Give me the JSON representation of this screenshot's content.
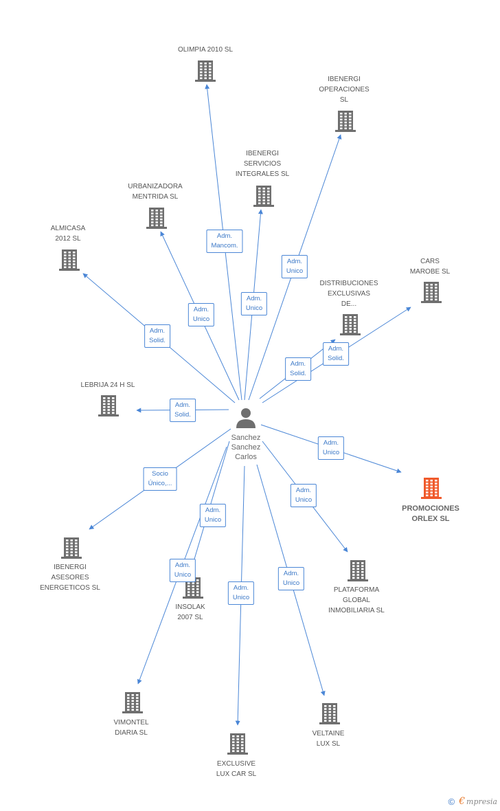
{
  "center": {
    "name": "Sanchez\nSanchez\nCarlos",
    "icon": "person-icon"
  },
  "colors": {
    "edge": "#4a86d6",
    "building": "#6f6f6f",
    "highlight": "#f05a2b"
  },
  "companies": [
    {
      "id": "olimpia",
      "label": "OLIMPIA 2010 SL"
    },
    {
      "id": "ibenergi-op",
      "label": "IBENERGI\nOPERACIONES\nSL"
    },
    {
      "id": "ibenergi-serv",
      "label": "IBENERGI\nSERVICIOS\nINTEGRALES  SL"
    },
    {
      "id": "urbanizadora",
      "label": "URBANIZADORA\nMENTRIDA SL"
    },
    {
      "id": "almicasa",
      "label": "ALMICASA\n2012 SL"
    },
    {
      "id": "cars-marobe",
      "label": "CARS\nMAROBE SL"
    },
    {
      "id": "distribuciones",
      "label": "DISTRIBUCIONES\nEXCLUSIVAS\nDE..."
    },
    {
      "id": "lebrija",
      "label": "LEBRIJA 24 H  SL"
    },
    {
      "id": "promociones",
      "label": "PROMOCIONES\nORLEX SL",
      "highlight": true
    },
    {
      "id": "ibenergi-ases",
      "label": "IBENERGI\nASESORES\nENERGETICOS SL"
    },
    {
      "id": "insolak",
      "label": "INSOLAK\n2007 SL"
    },
    {
      "id": "plataforma",
      "label": "PLATAFORMA\nGLOBAL\nINMOBILIARIA SL"
    },
    {
      "id": "vimontel",
      "label": "VIMONTEL\nDIARIA SL"
    },
    {
      "id": "veltaine",
      "label": "VELTAINE\nLUX SL"
    },
    {
      "id": "exclusive",
      "label": "EXCLUSIVE\nLUX CAR  SL"
    }
  ],
  "relations": [
    {
      "target": "olimpia",
      "role": "Adm.\nMancom."
    },
    {
      "target": "ibenergi-op",
      "role": "Adm.\nUnico"
    },
    {
      "target": "ibenergi-serv",
      "role": "Adm.\nUnico"
    },
    {
      "target": "urbanizadora",
      "role": "Adm.\nUnico"
    },
    {
      "target": "almicasa",
      "role": "Adm.\nSolid."
    },
    {
      "target": "cars-marobe",
      "role": "Adm.\nSolid."
    },
    {
      "target": "distribuciones",
      "role": "Adm.\nSolid."
    },
    {
      "target": "lebrija",
      "role": "Adm.\nSolid."
    },
    {
      "target": "promociones",
      "role": "Adm.\nUnico"
    },
    {
      "target": "ibenergi-ases",
      "role": "Socio\nÚnico,..."
    },
    {
      "target": "insolak",
      "role": "Adm.\nUnico"
    },
    {
      "target": "plataforma",
      "role": "Adm.\nUnico"
    },
    {
      "target": "vimontel",
      "role": "Adm.\nUnico"
    },
    {
      "target": "veltaine",
      "role": "Adm.\nUnico"
    },
    {
      "target": "exclusive",
      "role": "Adm.\nUnico"
    }
  ],
  "footer": {
    "copyright": "©",
    "brand_initial": "€",
    "brand_rest": "mpresia"
  }
}
